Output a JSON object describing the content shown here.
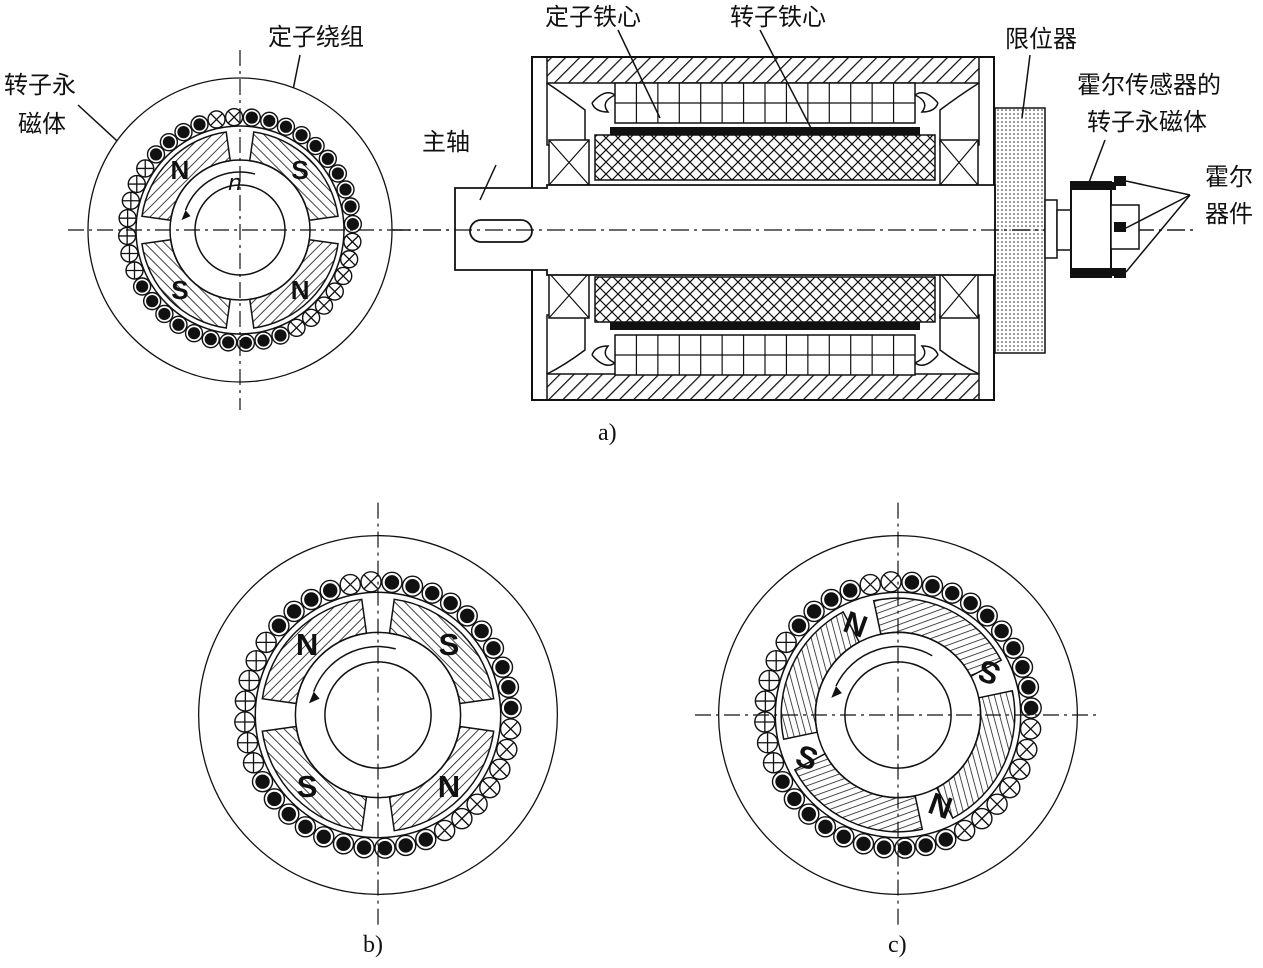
{
  "labels": {
    "rotor_pm": [
      "转子永",
      "磁体"
    ],
    "stator_winding": "定子绕组",
    "stator_core": "定子铁心",
    "rotor_core": "转子铁心",
    "limiter": "限位器",
    "shaft": "主轴",
    "hall_rotor_pm": [
      "霍尔传感器的",
      "转子永磁体"
    ],
    "hall_element": [
      "霍尔",
      "器件"
    ],
    "rotation": "n"
  },
  "poles": {
    "a": [
      "N",
      "S",
      "S",
      "N"
    ],
    "b": [
      "N",
      "S",
      "S",
      "N"
    ],
    "c": [
      "N",
      "S",
      "S",
      "N"
    ]
  },
  "captions": {
    "a": "a)",
    "b": "b)",
    "c": "c)"
  },
  "symbols": {
    "dot": "dot-conductor",
    "cross": "cross-conductor",
    "plus": "plus-conductor"
  }
}
